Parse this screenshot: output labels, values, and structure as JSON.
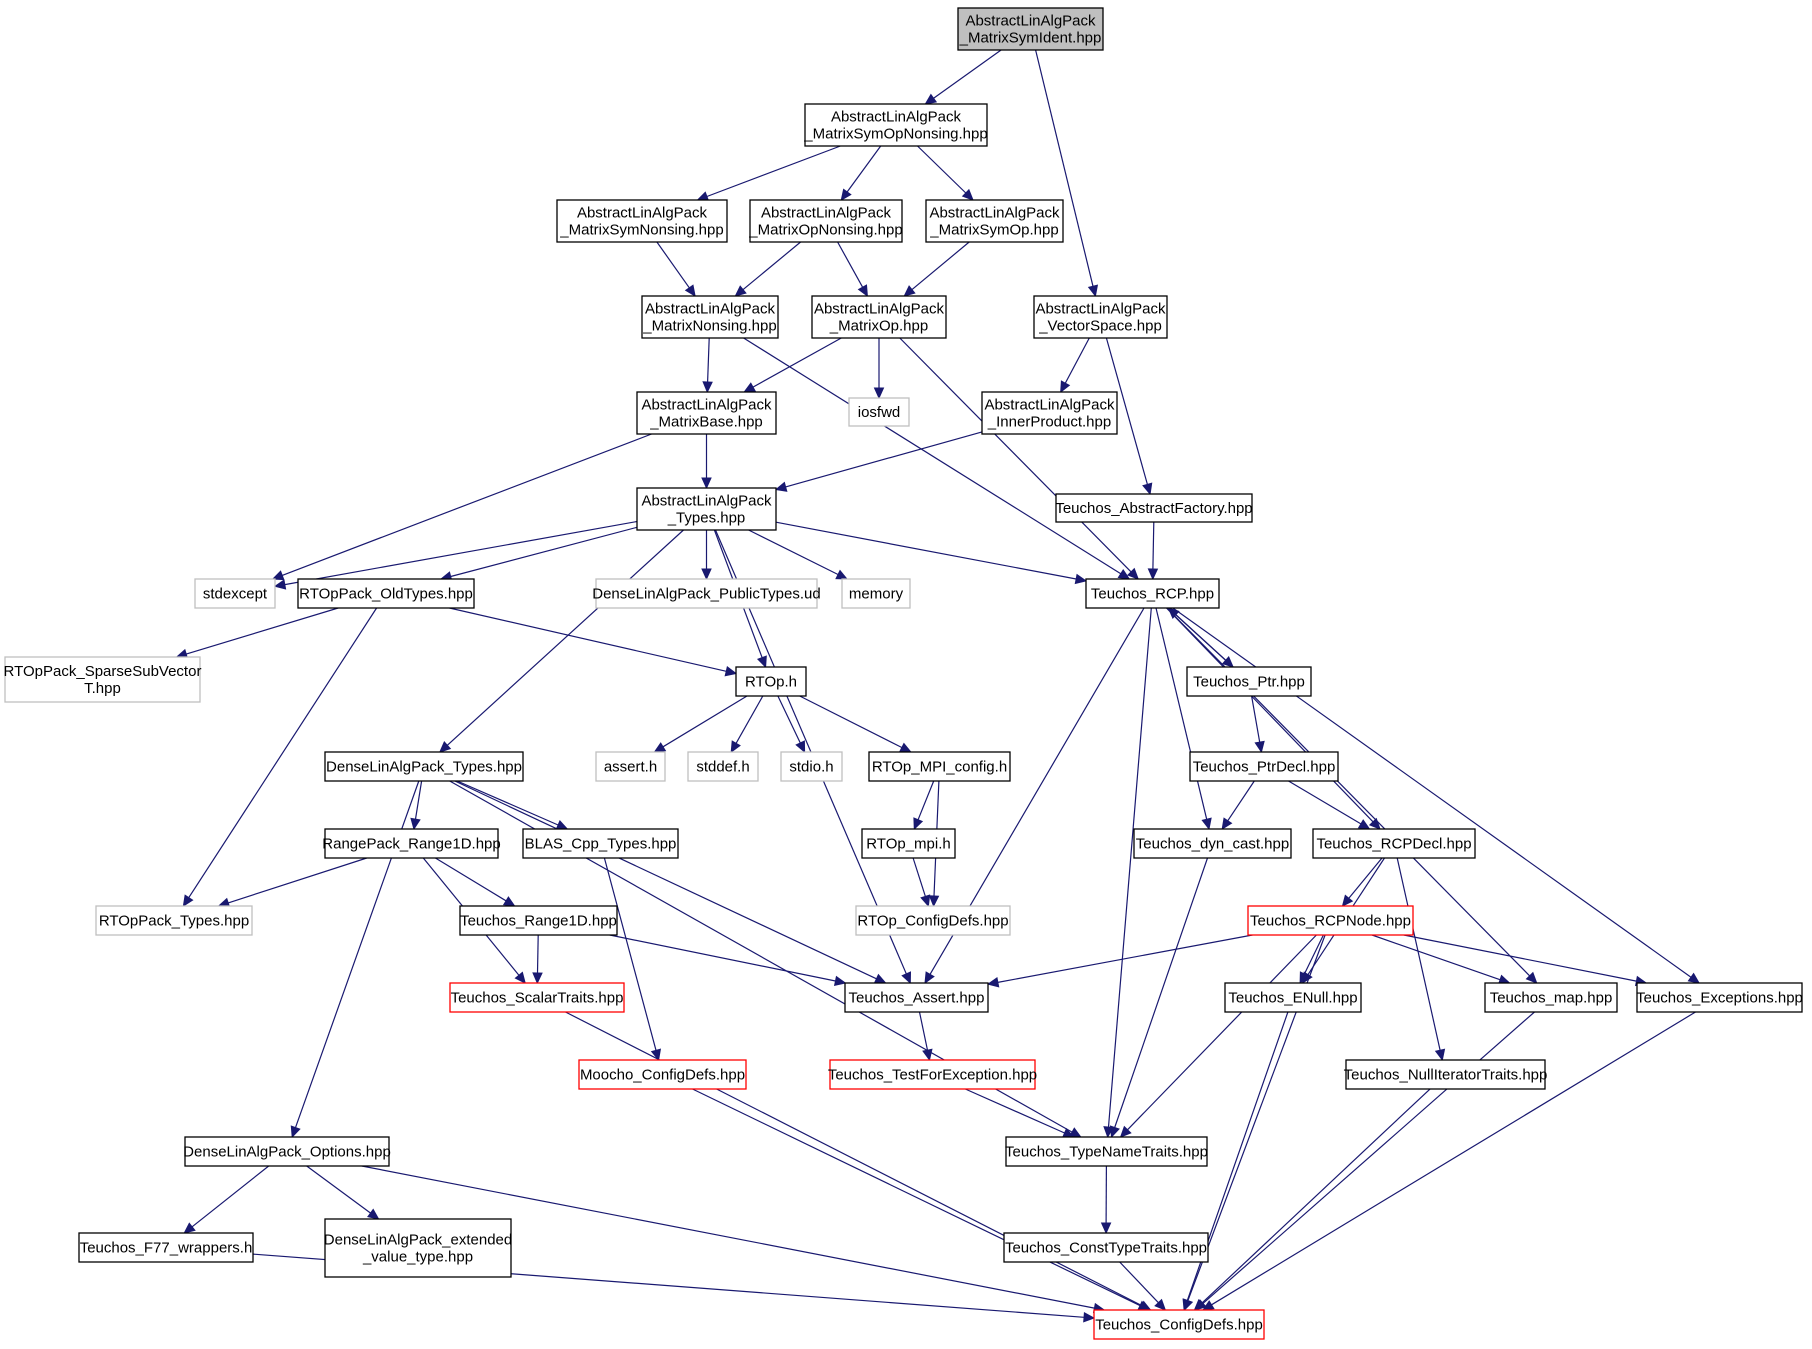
{
  "graph": {
    "colors": {
      "edge": "#191970",
      "node_border": "#000000",
      "root_fill": "#bfbfbf",
      "missing_border": "#bfbfbf",
      "truncated_border": "#ff0000",
      "node_fill": "#ffffff"
    },
    "nodes": {
      "root": {
        "lines": [
          "AbstractLinAlgPack",
          "_MatrixSymIdent.hpp"
        ],
        "kind": "root"
      },
      "symopnonsing": {
        "lines": [
          "AbstractLinAlgPack",
          "_MatrixSymOpNonsing.hpp"
        ],
        "kind": "normal"
      },
      "symnonsing": {
        "lines": [
          "AbstractLinAlgPack",
          "_MatrixSymNonsing.hpp"
        ],
        "kind": "normal"
      },
      "opnonsing": {
        "lines": [
          "AbstractLinAlgPack",
          "_MatrixOpNonsing.hpp"
        ],
        "kind": "normal"
      },
      "symop": {
        "lines": [
          "AbstractLinAlgPack",
          "_MatrixSymOp.hpp"
        ],
        "kind": "normal"
      },
      "nonsing": {
        "lines": [
          "AbstractLinAlgPack",
          "_MatrixNonsing.hpp"
        ],
        "kind": "normal"
      },
      "matrixop": {
        "lines": [
          "AbstractLinAlgPack",
          "_MatrixOp.hpp"
        ],
        "kind": "normal"
      },
      "vectorspace": {
        "lines": [
          "AbstractLinAlgPack",
          "_VectorSpace.hpp"
        ],
        "kind": "normal"
      },
      "matrixbase": {
        "lines": [
          "AbstractLinAlgPack",
          "_MatrixBase.hpp"
        ],
        "kind": "normal"
      },
      "iosfwd": {
        "lines": [
          "iosfwd"
        ],
        "kind": "missing"
      },
      "innerproduct": {
        "lines": [
          "AbstractLinAlgPack",
          "_InnerProduct.hpp"
        ],
        "kind": "normal"
      },
      "abstractfactory": {
        "lines": [
          "Teuchos_AbstractFactory.hpp"
        ],
        "kind": "normal"
      },
      "types": {
        "lines": [
          "AbstractLinAlgPack",
          "_Types.hpp"
        ],
        "kind": "normal"
      },
      "stdexcept": {
        "lines": [
          "stdexcept"
        ],
        "kind": "missing"
      },
      "oldtypes": {
        "lines": [
          "RTOpPack_OldTypes.hpp"
        ],
        "kind": "normal"
      },
      "publictypes": {
        "lines": [
          "DenseLinAlgPack_PublicTypes.ud"
        ],
        "kind": "missing"
      },
      "memory": {
        "lines": [
          "memory"
        ],
        "kind": "missing"
      },
      "rcp": {
        "lines": [
          "Teuchos_RCP.hpp"
        ],
        "kind": "normal"
      },
      "sparsesub": {
        "lines": [
          "RTOpPack_SparseSubVector",
          "T.hpp"
        ],
        "kind": "missing"
      },
      "rtoph": {
        "lines": [
          "RTOp.h"
        ],
        "kind": "normal"
      },
      "ptr": {
        "lines": [
          "Teuchos_Ptr.hpp"
        ],
        "kind": "normal"
      },
      "assert_h": {
        "lines": [
          "assert.h"
        ],
        "kind": "missing"
      },
      "stddef": {
        "lines": [
          "stddef.h"
        ],
        "kind": "missing"
      },
      "stdio": {
        "lines": [
          "stdio.h"
        ],
        "kind": "missing"
      },
      "mpiconfig": {
        "lines": [
          "RTOp_MPI_config.h"
        ],
        "kind": "normal"
      },
      "denselintypes": {
        "lines": [
          "DenseLinAlgPack_Types.hpp"
        ],
        "kind": "normal"
      },
      "ptrdecl": {
        "lines": [
          "Teuchos_PtrDecl.hpp"
        ],
        "kind": "normal"
      },
      "rangepack": {
        "lines": [
          "RangePack_Range1D.hpp"
        ],
        "kind": "normal"
      },
      "blas": {
        "lines": [
          "BLAS_Cpp_Types.hpp"
        ],
        "kind": "normal"
      },
      "rtopmpi": {
        "lines": [
          "RTOp_mpi.h"
        ],
        "kind": "normal"
      },
      "dyncast": {
        "lines": [
          "Teuchos_dyn_cast.hpp"
        ],
        "kind": "normal"
      },
      "rcpdecl": {
        "lines": [
          "Teuchos_RCPDecl.hpp"
        ],
        "kind": "normal"
      },
      "rtoppacktypes": {
        "lines": [
          "RTOpPack_Types.hpp"
        ],
        "kind": "missing"
      },
      "teuchosrange": {
        "lines": [
          "Teuchos_Range1D.hpp"
        ],
        "kind": "normal"
      },
      "rtopconfig": {
        "lines": [
          "RTOp_ConfigDefs.hpp"
        ],
        "kind": "missing"
      },
      "rcpnode": {
        "lines": [
          "Teuchos_RCPNode.hpp"
        ],
        "kind": "truncated"
      },
      "scalartraits": {
        "lines": [
          "Teuchos_ScalarTraits.hpp"
        ],
        "kind": "truncated"
      },
      "tassert": {
        "lines": [
          "Teuchos_Assert.hpp"
        ],
        "kind": "normal"
      },
      "enull": {
        "lines": [
          "Teuchos_ENull.hpp"
        ],
        "kind": "normal"
      },
      "tmap": {
        "lines": [
          "Teuchos_map.hpp"
        ],
        "kind": "normal"
      },
      "texceptions": {
        "lines": [
          "Teuchos_Exceptions.hpp"
        ],
        "kind": "normal"
      },
      "moochoconfig": {
        "lines": [
          "Moocho_ConfigDefs.hpp"
        ],
        "kind": "truncated"
      },
      "testforexc": {
        "lines": [
          "Teuchos_TestForException.hpp"
        ],
        "kind": "truncated"
      },
      "nulliter": {
        "lines": [
          "Teuchos_NullIteratorTraits.hpp"
        ],
        "kind": "normal"
      },
      "options": {
        "lines": [
          "DenseLinAlgPack_Options.hpp"
        ],
        "kind": "normal"
      },
      "typenametraits": {
        "lines": [
          "Teuchos_TypeNameTraits.hpp"
        ],
        "kind": "normal"
      },
      "f77": {
        "lines": [
          "Teuchos_F77_wrappers.h"
        ],
        "kind": "normal"
      },
      "extended": {
        "lines": [
          "DenseLinAlgPack_extended",
          "_value_type.hpp"
        ],
        "kind": "normal"
      },
      "consttype": {
        "lines": [
          "Teuchos_ConstTypeTraits.hpp"
        ],
        "kind": "normal"
      },
      "configdefs": {
        "lines": [
          "Teuchos_ConfigDefs.hpp"
        ],
        "kind": "truncated"
      }
    },
    "edges": [
      [
        "root",
        "symopnonsing"
      ],
      [
        "root",
        "vectorspace"
      ],
      [
        "symopnonsing",
        "symnonsing"
      ],
      [
        "symopnonsing",
        "opnonsing"
      ],
      [
        "symopnonsing",
        "symop"
      ],
      [
        "symnonsing",
        "nonsing"
      ],
      [
        "opnonsing",
        "nonsing"
      ],
      [
        "opnonsing",
        "matrixop"
      ],
      [
        "symop",
        "matrixop"
      ],
      [
        "nonsing",
        "matrixbase"
      ],
      [
        "nonsing",
        "rcp"
      ],
      [
        "matrixop",
        "matrixbase"
      ],
      [
        "matrixop",
        "iosfwd"
      ],
      [
        "matrixop",
        "rcp"
      ],
      [
        "vectorspace",
        "innerproduct"
      ],
      [
        "vectorspace",
        "abstractfactory"
      ],
      [
        "matrixbase",
        "stdexcept"
      ],
      [
        "matrixbase",
        "types"
      ],
      [
        "innerproduct",
        "types"
      ],
      [
        "abstractfactory",
        "rcp"
      ],
      [
        "types",
        "stdexcept"
      ],
      [
        "types",
        "oldtypes"
      ],
      [
        "types",
        "publictypes"
      ],
      [
        "types",
        "memory"
      ],
      [
        "types",
        "rcp"
      ],
      [
        "types",
        "rtoph"
      ],
      [
        "types",
        "denselintypes"
      ],
      [
        "types",
        "tassert"
      ],
      [
        "oldtypes",
        "sparsesub"
      ],
      [
        "oldtypes",
        "rtoph"
      ],
      [
        "oldtypes",
        "rtoppacktypes"
      ],
      [
        "rcp",
        "ptr"
      ],
      [
        "rcp",
        "dyncast"
      ],
      [
        "rcp",
        "rcpdecl"
      ],
      [
        "rcp",
        "tassert"
      ],
      [
        "rcp",
        "typenametraits"
      ],
      [
        "rcp",
        "tmap"
      ],
      [
        "rcp",
        "texceptions"
      ],
      [
        "ptr",
        "rcp"
      ],
      [
        "ptr",
        "ptrdecl"
      ],
      [
        "rtoph",
        "assert_h"
      ],
      [
        "rtoph",
        "stddef"
      ],
      [
        "rtoph",
        "stdio"
      ],
      [
        "rtoph",
        "mpiconfig"
      ],
      [
        "mpiconfig",
        "rtopmpi"
      ],
      [
        "mpiconfig",
        "rtopconfig"
      ],
      [
        "rtopmpi",
        "rtopconfig"
      ],
      [
        "ptrdecl",
        "dyncast"
      ],
      [
        "ptrdecl",
        "rcpdecl"
      ],
      [
        "denselintypes",
        "rangepack"
      ],
      [
        "denselintypes",
        "blas"
      ],
      [
        "denselintypes",
        "tassert"
      ],
      [
        "denselintypes",
        "typenametraits"
      ],
      [
        "denselintypes",
        "options"
      ],
      [
        "rangepack",
        "rtoppacktypes"
      ],
      [
        "rangepack",
        "teuchosrange"
      ],
      [
        "rangepack",
        "scalartraits"
      ],
      [
        "teuchosrange",
        "scalartraits"
      ],
      [
        "teuchosrange",
        "tassert"
      ],
      [
        "blas",
        "moochoconfig"
      ],
      [
        "dyncast",
        "typenametraits"
      ],
      [
        "rcpdecl",
        "rcpnode"
      ],
      [
        "rcpdecl",
        "enull"
      ],
      [
        "rcpdecl",
        "nulliter"
      ],
      [
        "rcpnode",
        "tassert"
      ],
      [
        "rcpnode",
        "enull"
      ],
      [
        "rcpnode",
        "tmap"
      ],
      [
        "rcpnode",
        "texceptions"
      ],
      [
        "rcpnode",
        "typenametraits"
      ],
      [
        "rcpnode",
        "configdefs"
      ],
      [
        "tassert",
        "testforexc"
      ],
      [
        "testforexc",
        "typenametraits"
      ],
      [
        "scalartraits",
        "configdefs"
      ],
      [
        "moochoconfig",
        "configdefs"
      ],
      [
        "enull",
        "configdefs"
      ],
      [
        "tmap",
        "configdefs"
      ],
      [
        "texceptions",
        "configdefs"
      ],
      [
        "nulliter",
        "configdefs"
      ],
      [
        "options",
        "f77"
      ],
      [
        "options",
        "extended"
      ],
      [
        "options",
        "configdefs"
      ],
      [
        "typenametraits",
        "consttype"
      ],
      [
        "consttype",
        "configdefs"
      ],
      [
        "f77",
        "configdefs"
      ]
    ]
  }
}
